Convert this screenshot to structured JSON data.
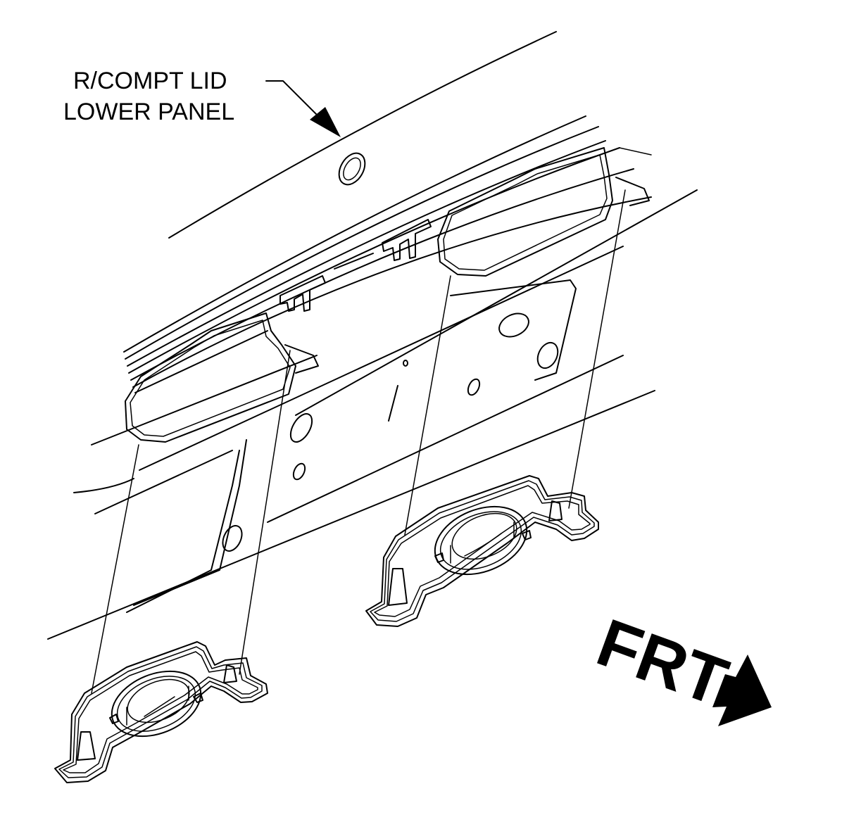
{
  "callout": {
    "line1": "R/COMPT LID",
    "line2": "LOWER PANEL"
  },
  "direction": {
    "label": "FRT",
    "icon": "arrow-right-down-icon"
  },
  "colors": {
    "ink": "#000000",
    "paper": "#ffffff"
  }
}
